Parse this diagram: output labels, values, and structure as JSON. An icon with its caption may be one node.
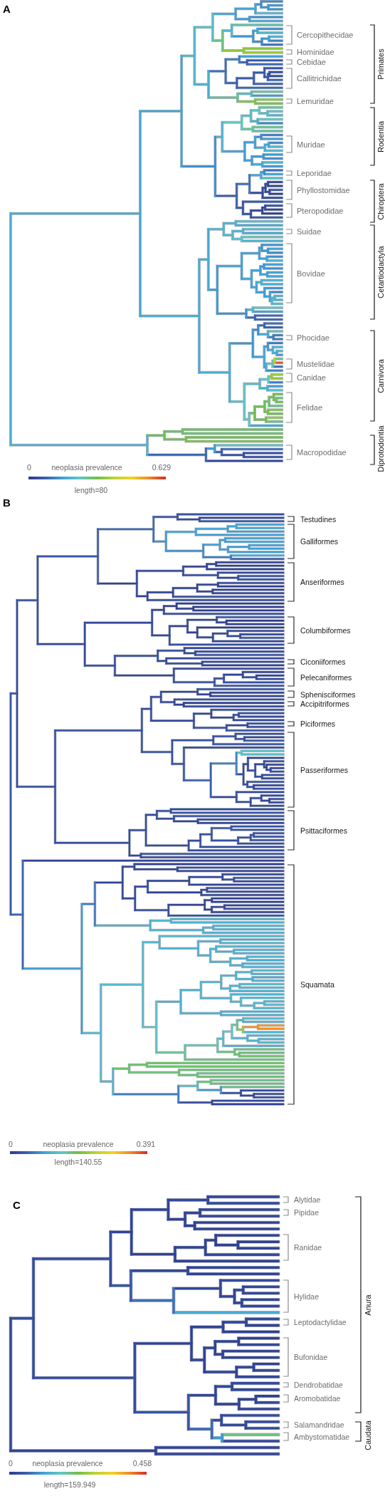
{
  "diagram": {
    "labels": [
      "A",
      "Cercopithecidae",
      "Hominidae",
      "Cebidae",
      "Callitrichidae",
      "Lemuridae",
      "Muridae",
      "Leporidae",
      "Phyllostomidae",
      "Pteropodidae",
      "Suidae",
      "Bovidae",
      "Phocidae",
      "Mustelidae",
      "Canidae",
      "Felidae",
      "Macropodidae",
      "Primates",
      "Rodentia",
      "Chiroptera",
      "Cetartiodactyla",
      "Carnivora",
      "Diprotodontia",
      "0",
      "neoplasia prevalence",
      "0.629",
      "length=80",
      "B",
      "Testudines",
      "Galliformes",
      "Anseriformes",
      "Columbiformes",
      "Ciconiiformes",
      "Pelecaniformes",
      "Sphenisciformes",
      "Accipitriformes",
      "Piciformes",
      "Passeriformes",
      "Psittaciformes",
      "Squamata",
      "0",
      "neoplasia prevalence",
      "0.391",
      "length=140.55",
      "C",
      "Alytidae",
      "Pipidae",
      "Ranidae",
      "Hylidae",
      "Leptodactylidae",
      "Bufonidae",
      "Dendrobatidae",
      "Aromobatidae",
      "Salamandridae",
      "Ambystomatidae",
      "Anura",
      "Caudata",
      "0",
      "neoplasia prevalence",
      "0.458",
      "length=159.949"
    ]
  }
}
